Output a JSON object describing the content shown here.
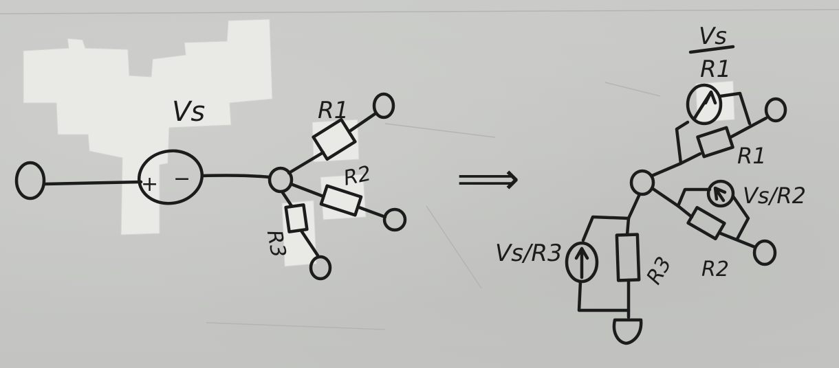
{
  "labels": {
    "source_left": "Vs",
    "source_plus": "+",
    "source_minus": "−",
    "r1_left": "R1",
    "r2_left": "R2",
    "r3_left": "R3",
    "implies": "⟹",
    "src1_num": "Vs",
    "src1_den": "R1",
    "r1_right": "R1",
    "src2": "Vs/R2",
    "r2_right": "R2",
    "src3": "Vs/R3",
    "r3_right": "R3"
  },
  "colors": {
    "ink": "#1c1c1c",
    "board": "#c6c7c4",
    "tape": "#e9e9e6"
  }
}
